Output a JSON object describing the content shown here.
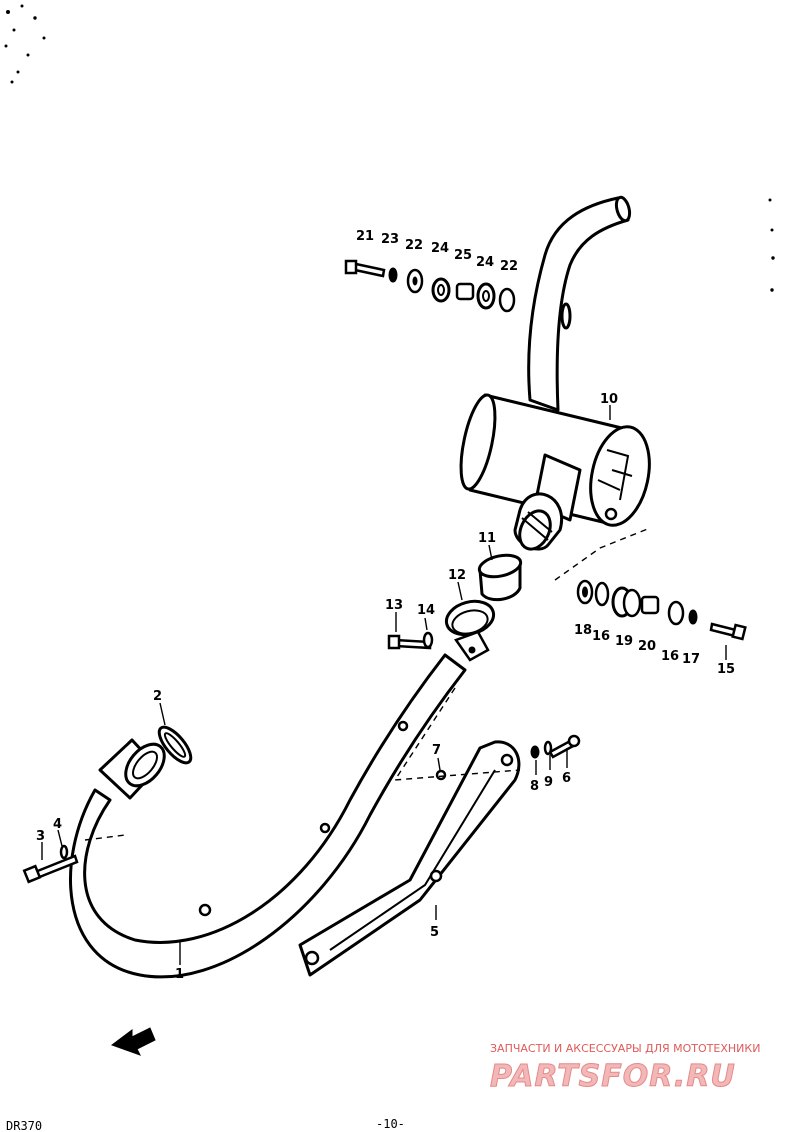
{
  "header": {
    "title": ""
  },
  "callouts": {
    "c1": "1",
    "c2": "2",
    "c3": "3",
    "c4": "4",
    "c5": "5",
    "c6": "6",
    "c7": "7",
    "c8": "8",
    "c9": "9",
    "c10": "10",
    "c11": "11",
    "c12": "12",
    "c13": "13",
    "c14": "14",
    "c15": "15",
    "c16a": "16",
    "c16b": "16",
    "c17": "17",
    "c18": "18",
    "c19": "19",
    "c20": "20",
    "c21": "21",
    "c22a": "22",
    "c22b": "22",
    "c23": "23",
    "c24a": "24",
    "c24b": "24",
    "c25": "25"
  },
  "footer": {
    "model": "DR370",
    "page": "-10-"
  },
  "watermark": {
    "tagline": "ЗАПЧАСТИ И АКСЕССУАРЫ ДЛЯ МОТОТЕХНИКИ",
    "brand": "PARTSFOR.RU"
  },
  "colors": {
    "ink": "#000000",
    "paper": "#ffffff",
    "watermark": "#e05a5a"
  }
}
